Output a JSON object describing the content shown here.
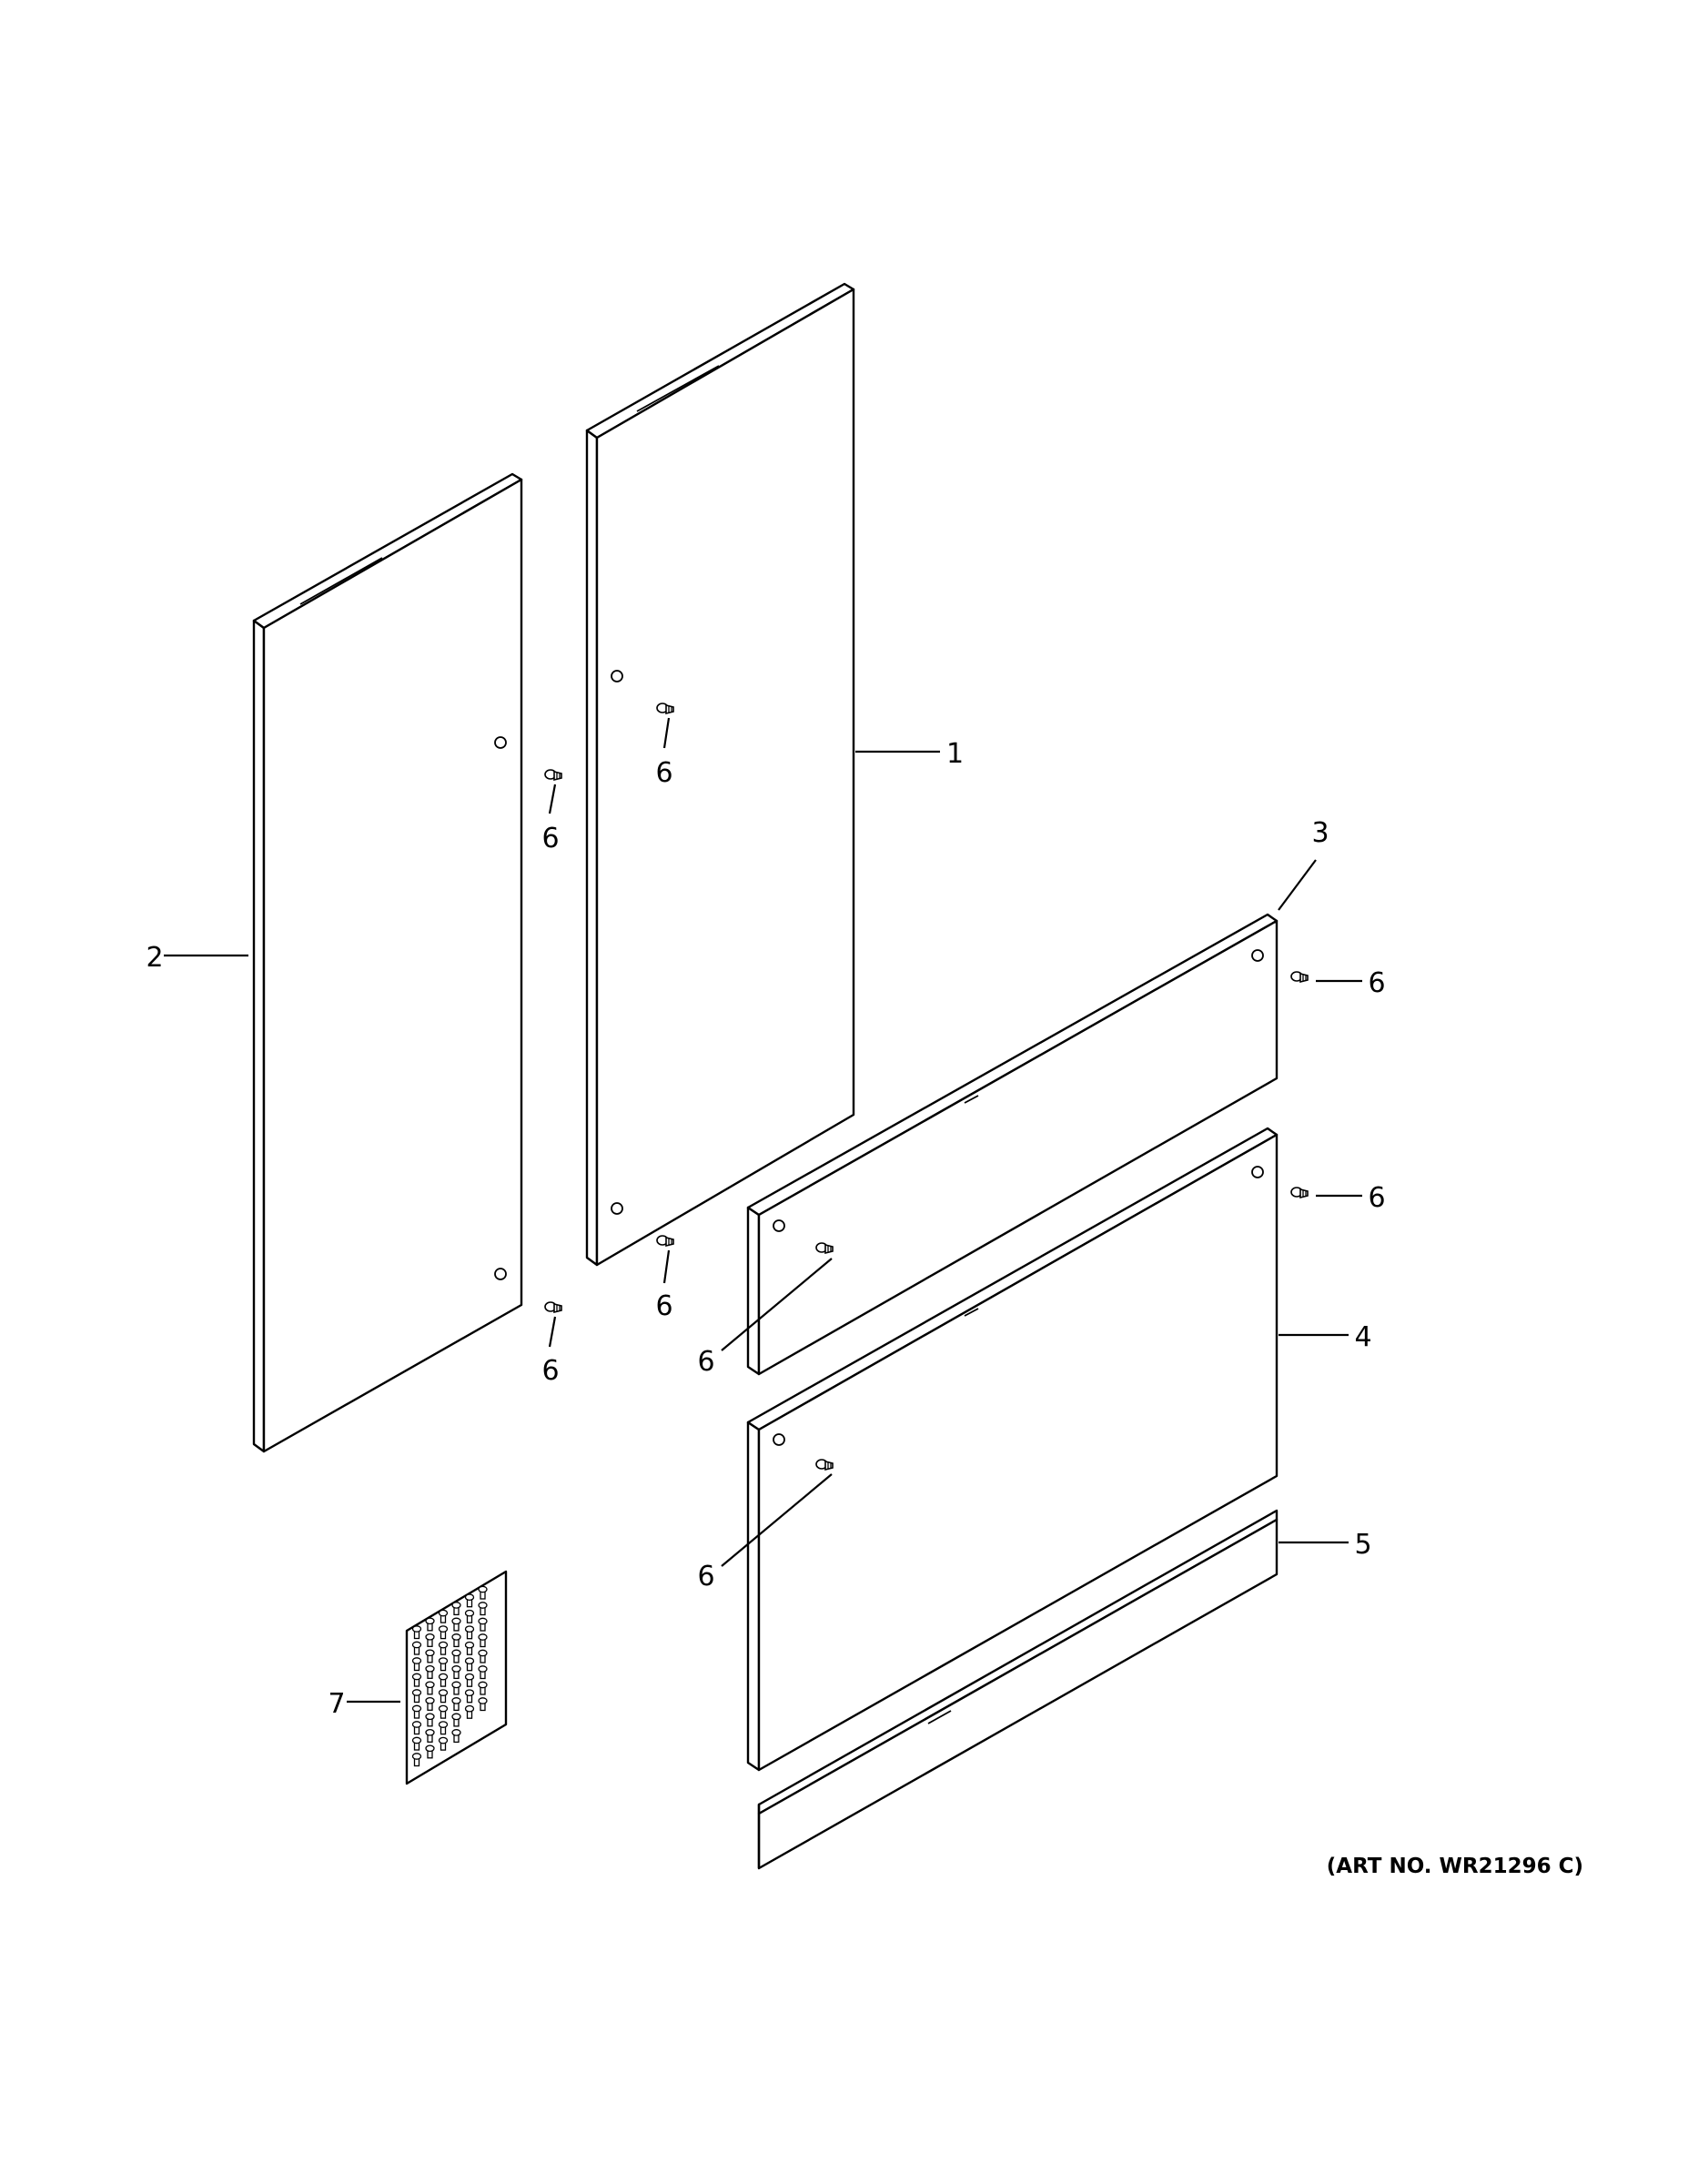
{
  "diagram": {
    "art_number": "(ART NO. WR21296 C)",
    "callouts": {
      "panel_1": "1",
      "panel_2": "2",
      "panel_3": "3",
      "panel_4": "4",
      "trim_5": "5",
      "screw_6": "6",
      "screw_kit_7": "7"
    },
    "icons": [
      "screw-icon",
      "screw-kit-icon"
    ]
  }
}
